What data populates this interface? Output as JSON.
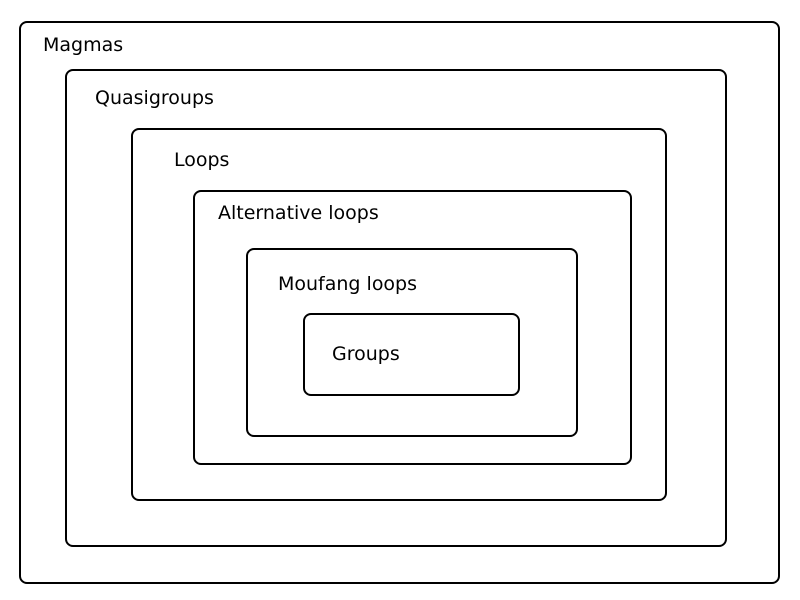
{
  "diagram": {
    "sets": [
      {
        "id": "magmas",
        "label": "Magmas"
      },
      {
        "id": "quasigroups",
        "label": "Quasigroups"
      },
      {
        "id": "loops",
        "label": "Loops"
      },
      {
        "id": "alternative_loops",
        "label": "Alternative loops"
      },
      {
        "id": "moufang_loops",
        "label": "Moufang loops"
      },
      {
        "id": "groups",
        "label": "Groups"
      }
    ],
    "containment": [
      [
        "magmas",
        "quasigroups"
      ],
      [
        "quasigroups",
        "loops"
      ],
      [
        "loops",
        "alternative_loops"
      ],
      [
        "alternative_loops",
        "moufang_loops"
      ],
      [
        "moufang_loops",
        "groups"
      ]
    ]
  },
  "colors": {
    "border": "#000000",
    "background": "#ffffff",
    "text": "#000000"
  }
}
